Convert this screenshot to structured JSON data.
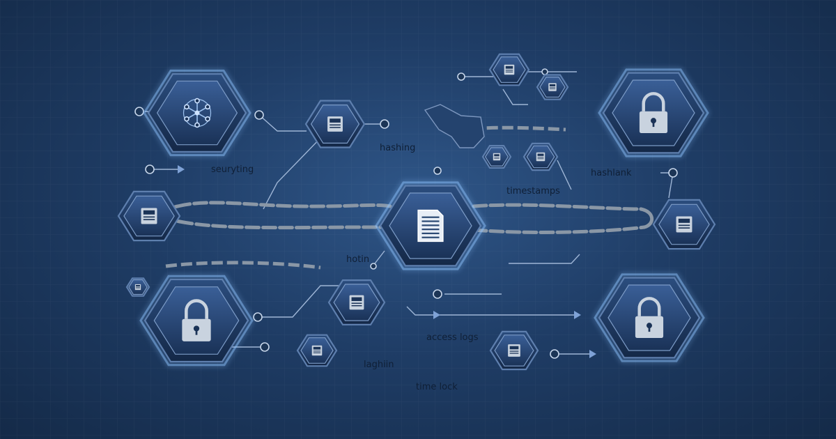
{
  "labels": {
    "securing": "seuryting",
    "hashing": "hashing",
    "hashlank": "hashlank",
    "timestamps": "timestamps",
    "hotin": "hotin",
    "access_logs": "access logs",
    "laghiin": "laghiin",
    "time_lock": "time lock"
  },
  "colors": {
    "background": "#1f3d66",
    "hex_fill": "#1b3357",
    "hex_border": "#5e7fae",
    "glow": "#8fc4ff",
    "chain": "#8a97a6",
    "icon": "#c9d3df"
  }
}
